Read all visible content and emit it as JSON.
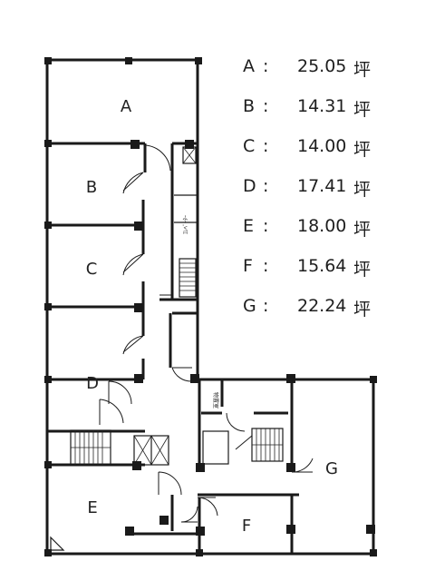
{
  "rooms": [
    {
      "id": "A",
      "label": "A",
      "area": "25.05",
      "unit": "坪"
    },
    {
      "id": "B",
      "label": "B",
      "area": "14.31",
      "unit": "坪"
    },
    {
      "id": "C",
      "label": "C",
      "area": "14.00",
      "unit": "坪"
    },
    {
      "id": "D",
      "label": "D",
      "area": "17.41",
      "unit": "坪"
    },
    {
      "id": "E",
      "label": "E",
      "area": "18.00",
      "unit": "坪"
    },
    {
      "id": "F",
      "label": "F",
      "area": "15.64",
      "unit": "坪"
    },
    {
      "id": "G",
      "label": "G",
      "area": "22.24",
      "unit": "坪"
    }
  ],
  "legend_separator": ":",
  "small_text": {
    "elevator_label": "ｴﾚﾍﾞｰﾀｰ",
    "storage_label": "物置室"
  }
}
